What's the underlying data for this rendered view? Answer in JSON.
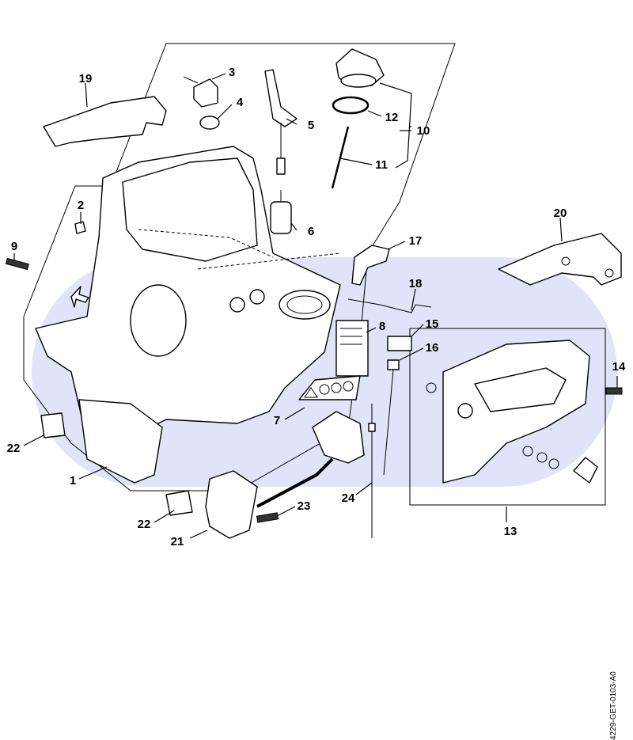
{
  "callouts": [
    {
      "id": "1",
      "label": "1"
    },
    {
      "id": "2",
      "label": "2"
    },
    {
      "id": "3",
      "label": "3"
    },
    {
      "id": "4",
      "label": "4"
    },
    {
      "id": "5",
      "label": "5"
    },
    {
      "id": "6",
      "label": "6"
    },
    {
      "id": "7",
      "label": "7"
    },
    {
      "id": "8",
      "label": "8"
    },
    {
      "id": "9",
      "label": "9"
    },
    {
      "id": "10",
      "label": "10"
    },
    {
      "id": "11",
      "label": "11"
    },
    {
      "id": "12",
      "label": "12"
    },
    {
      "id": "13",
      "label": "13"
    },
    {
      "id": "14",
      "label": "14"
    },
    {
      "id": "15",
      "label": "15"
    },
    {
      "id": "16",
      "label": "16"
    },
    {
      "id": "17",
      "label": "17"
    },
    {
      "id": "18",
      "label": "18"
    },
    {
      "id": "19",
      "label": "19"
    },
    {
      "id": "20",
      "label": "20"
    },
    {
      "id": "21",
      "label": "21"
    },
    {
      "id": "22a",
      "label": "22"
    },
    {
      "id": "22b",
      "label": "22"
    },
    {
      "id": "23",
      "label": "23"
    },
    {
      "id": "24",
      "label": "24"
    }
  ],
  "document_code": "4229-GET-0103-A0",
  "watermark_color": "#c9cdf2"
}
